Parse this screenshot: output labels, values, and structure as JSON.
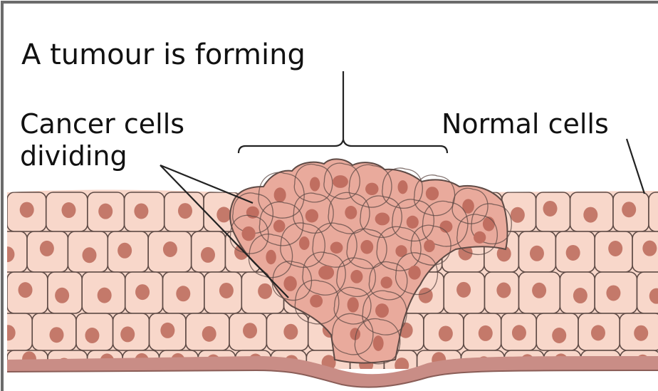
{
  "labels": {
    "title": "A tumour is forming",
    "cancer_line1": "Cancer cells",
    "cancer_line2": "dividing",
    "normal": "Normal cells"
  },
  "colors": {
    "background": "#ffffff",
    "frame": "#6b6b6b",
    "normal_cell_fill": "#f8d7ca",
    "cell_outline": "#5e4a45",
    "nucleus": "#c4796a",
    "tumour_fill": "#e9aa9c",
    "tumour_nucleus": "#c06e60",
    "basement_membrane": "#c98d86"
  }
}
